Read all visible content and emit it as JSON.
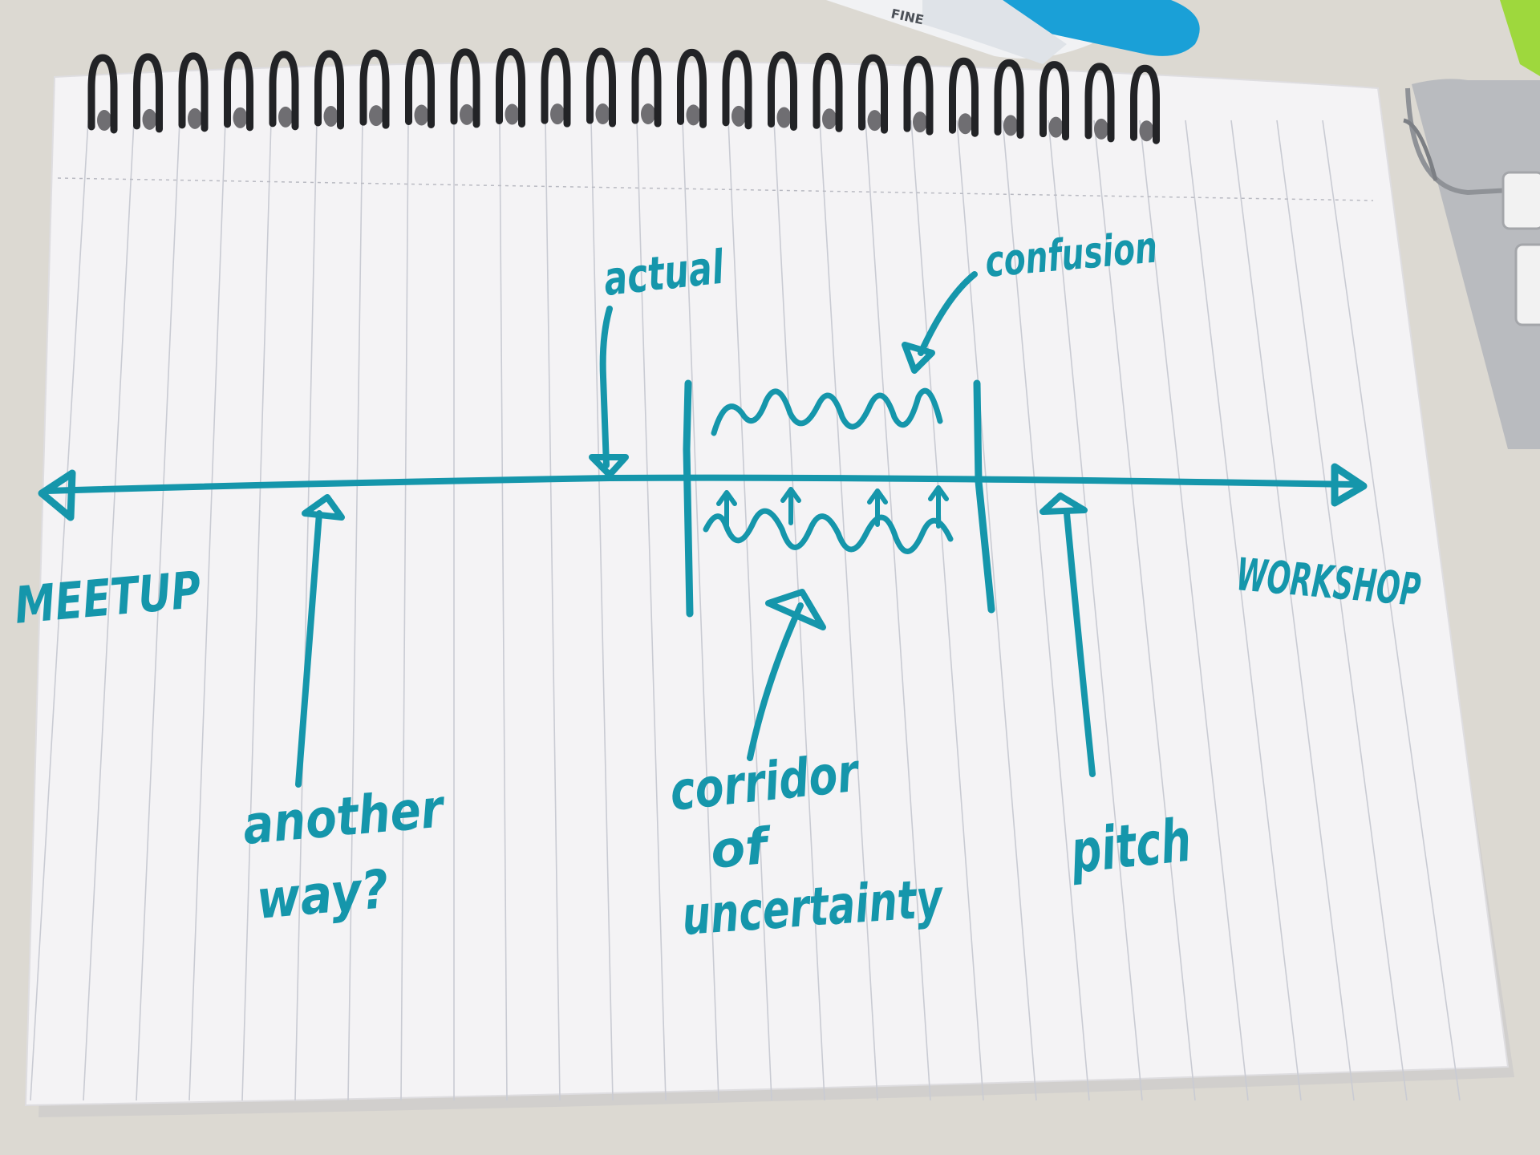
{
  "diagram": {
    "ink_color": "#1596ab",
    "paper_color": "#f4f3f5",
    "rule_color": "#c9cbd3",
    "timeline": {
      "left_end": "MEETUP",
      "right_end": "WORKSHOP"
    },
    "labels": {
      "actual": "actual",
      "confusion": "confusion",
      "another_way_line1": "another",
      "another_way_line2": "way?",
      "corridor_line1": "corridor",
      "corridor_line2": "of",
      "corridor_line3": "uncertainty",
      "pitch": "pitch"
    },
    "pen_cap_text": "FINE"
  }
}
